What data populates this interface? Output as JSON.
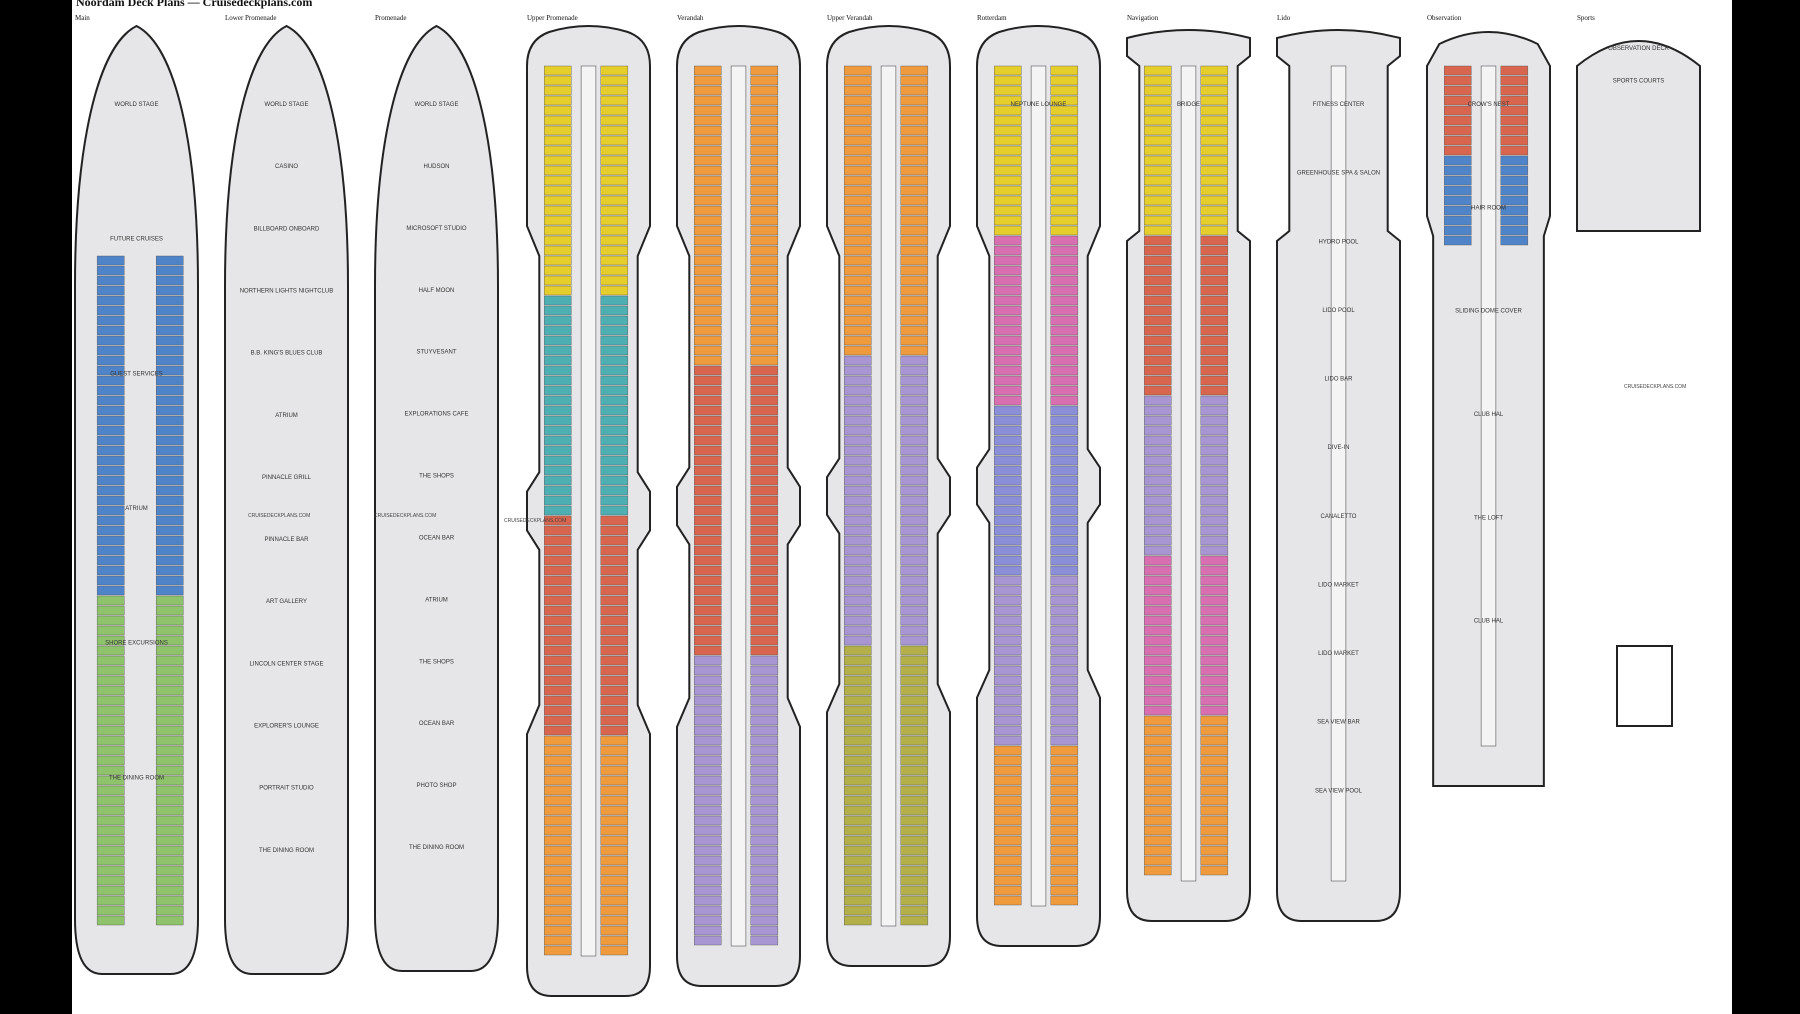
{
  "page": {
    "title": "Noordam Deck Plans — Cruisedeckplans.com"
  },
  "colors": {
    "background": "#000000",
    "sheet": "#ffffff",
    "hull_fill": "#e6e6e8",
    "hull_stroke": "#222222",
    "stateroom_blue": "#4f84c9",
    "stateroom_green": "#8fc36b",
    "stateroom_yellow": "#e5cd2c",
    "stateroom_orange": "#ef9a3c",
    "stateroom_red": "#d8664f",
    "stateroom_lavender": "#a796d2",
    "stateroom_purple": "#8a8fd8",
    "stateroom_teal": "#4dafb2",
    "stateroom_pink": "#d86fb0",
    "stateroom_peach": "#f3a57a",
    "stateroom_olive": "#b3b04a"
  },
  "decks": [
    {
      "name": "Main",
      "venues": [
        "WORLD STAGE",
        "FUTURE CRUISES",
        "GUEST SERVICES",
        "ATRIUM",
        "SHORE EXCURSIONS",
        "THE DINING ROOM"
      ]
    },
    {
      "name": "Lower Promenade",
      "venues": [
        "WORLD STAGE",
        "CASINO",
        "BILLBOARD ONBOARD",
        "NORTHERN LIGHTS NIGHTCLUB",
        "B.B. KING'S BLUES CLUB",
        "ATRIUM",
        "PINNACLE GRILL",
        "PINNACLE BAR",
        "ART GALLERY",
        "LINCOLN CENTER STAGE",
        "EXPLORER'S LOUNGE",
        "PORTRAIT STUDIO",
        "THE DINING ROOM"
      ]
    },
    {
      "name": "Promenade",
      "venues": [
        "WORLD STAGE",
        "HUDSON",
        "MICROSOFT STUDIO",
        "HALF MOON",
        "STUYVESANT",
        "EXPLORATIONS CAFE",
        "THE SHOPS",
        "OCEAN BAR",
        "ATRIUM",
        "THE SHOPS",
        "OCEAN BAR",
        "PHOTO SHOP",
        "THE DINING ROOM"
      ]
    },
    {
      "name": "Upper Promenade",
      "venues": []
    },
    {
      "name": "Verandah",
      "venues": []
    },
    {
      "name": "Upper Verandah",
      "venues": []
    },
    {
      "name": "Rotterdam",
      "venues": [
        "NEPTUNE LOUNGE"
      ]
    },
    {
      "name": "Navigation",
      "venues": [
        "BRIDGE"
      ]
    },
    {
      "name": "Lido",
      "venues": [
        "FITNESS CENTER",
        "GREENHOUSE SPA & SALON",
        "HYDRO POOL",
        "LIDO POOL",
        "LIDO BAR",
        "DIVE-IN",
        "CANALETTO",
        "LIDO MARKET",
        "LIDO MARKET",
        "SEA VIEW BAR",
        "SEA VIEW POOL"
      ]
    },
    {
      "name": "Observation",
      "venues": [
        "CROW'S NEST",
        "HAIR ROOM",
        "SLIDING DOME COVER",
        "CLUB HAL",
        "THE LOFT",
        "CLUB HAL"
      ]
    },
    {
      "name": "Sports",
      "venues": [
        "OBSERVATION DECK",
        "SPORTS COURTS"
      ]
    }
  ],
  "watermarks": [
    "CRUISEDECKPLANS.COM",
    "CRUISEDECKPLANS.COM",
    "CRUISEDECKPLANS.COM",
    "CRUISEDECKPLANS.COM"
  ]
}
